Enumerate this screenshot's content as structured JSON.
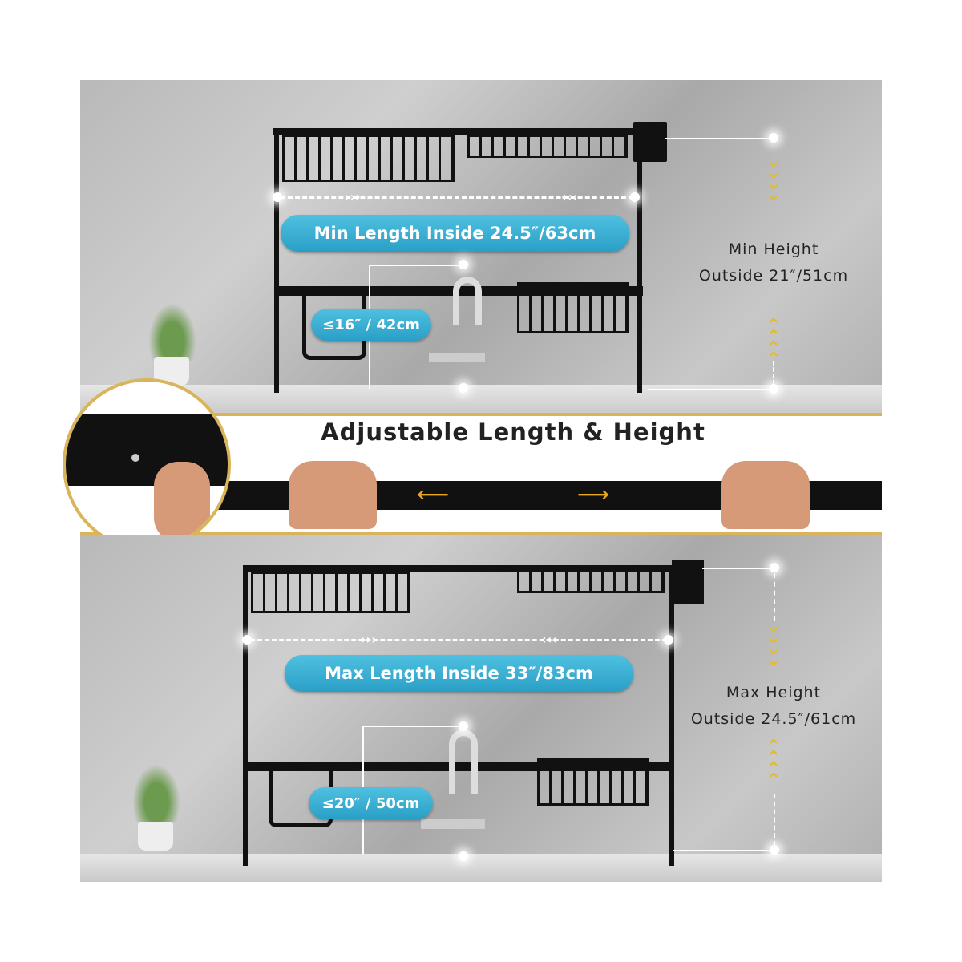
{
  "banner": {
    "title": "Adjustable Length & Height"
  },
  "top": {
    "length_label": "Min Length Inside 24.5″/63cm",
    "clearance_label": "≤16″ / 42cm",
    "height_line1": "Min Height",
    "height_line2": "Outside 21″/51cm"
  },
  "bottom": {
    "length_label": "Max Length Inside 33″/83cm",
    "clearance_label": "≤20″ / 50cm",
    "height_line1": "Max Height",
    "height_line2": "Outside 24.5″/61cm"
  },
  "glyphs": {
    "right_chev": "›››",
    "left_chev": "‹‹‹"
  },
  "colors": {
    "accent_blue": "#2fa6cc",
    "gold": "#e7b92c",
    "rack": "#111111"
  }
}
